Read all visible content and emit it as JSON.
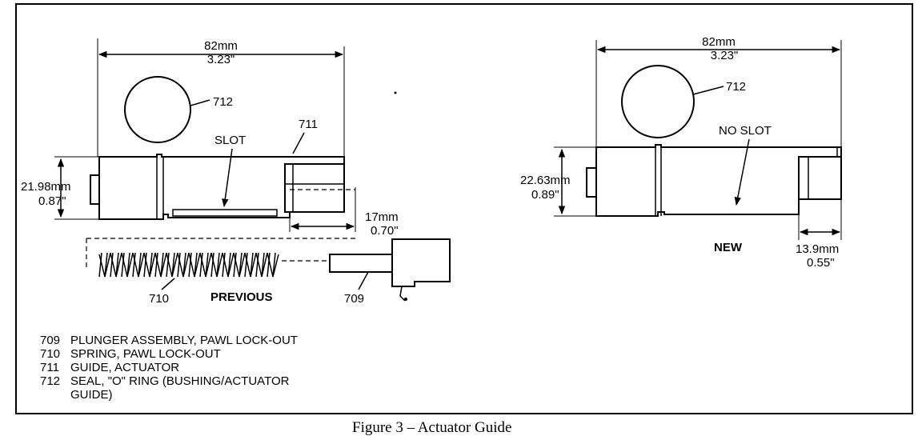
{
  "previous": {
    "width_mm": "82mm",
    "width_in": "3.23\"",
    "diameter_mm": "21.98mm",
    "diameter_in": "0.87\"",
    "slot_label": "SLOT",
    "slot_len_mm": "17mm",
    "slot_len_in": "0.70\"",
    "callout_712": "712",
    "callout_711": "711",
    "callout_710": "710",
    "callout_709": "709",
    "caption": "PREVIOUS"
  },
  "new": {
    "width_mm": "82mm",
    "width_in": "3.23\"",
    "diameter_mm": "22.63mm",
    "diameter_in": "0.89\"",
    "no_slot_label": "NO SLOT",
    "end_len_mm": "13.9mm",
    "end_len_in": "0.55\"",
    "callout_712": "712",
    "caption": "NEW"
  },
  "legend": [
    {
      "num": "709",
      "text": "PLUNGER ASSEMBLY, PAWL LOCK-OUT"
    },
    {
      "num": "710",
      "text": "SPRING, PAWL LOCK-OUT"
    },
    {
      "num": "711",
      "text": "GUIDE, ACTUATOR"
    },
    {
      "num": "712",
      "text": "SEAL, \"O\" RING (BUSHING/ACTUATOR"
    },
    {
      "num": "",
      "text": "GUIDE)"
    }
  ],
  "figure_caption": "Figure 3 – Actuator Guide"
}
